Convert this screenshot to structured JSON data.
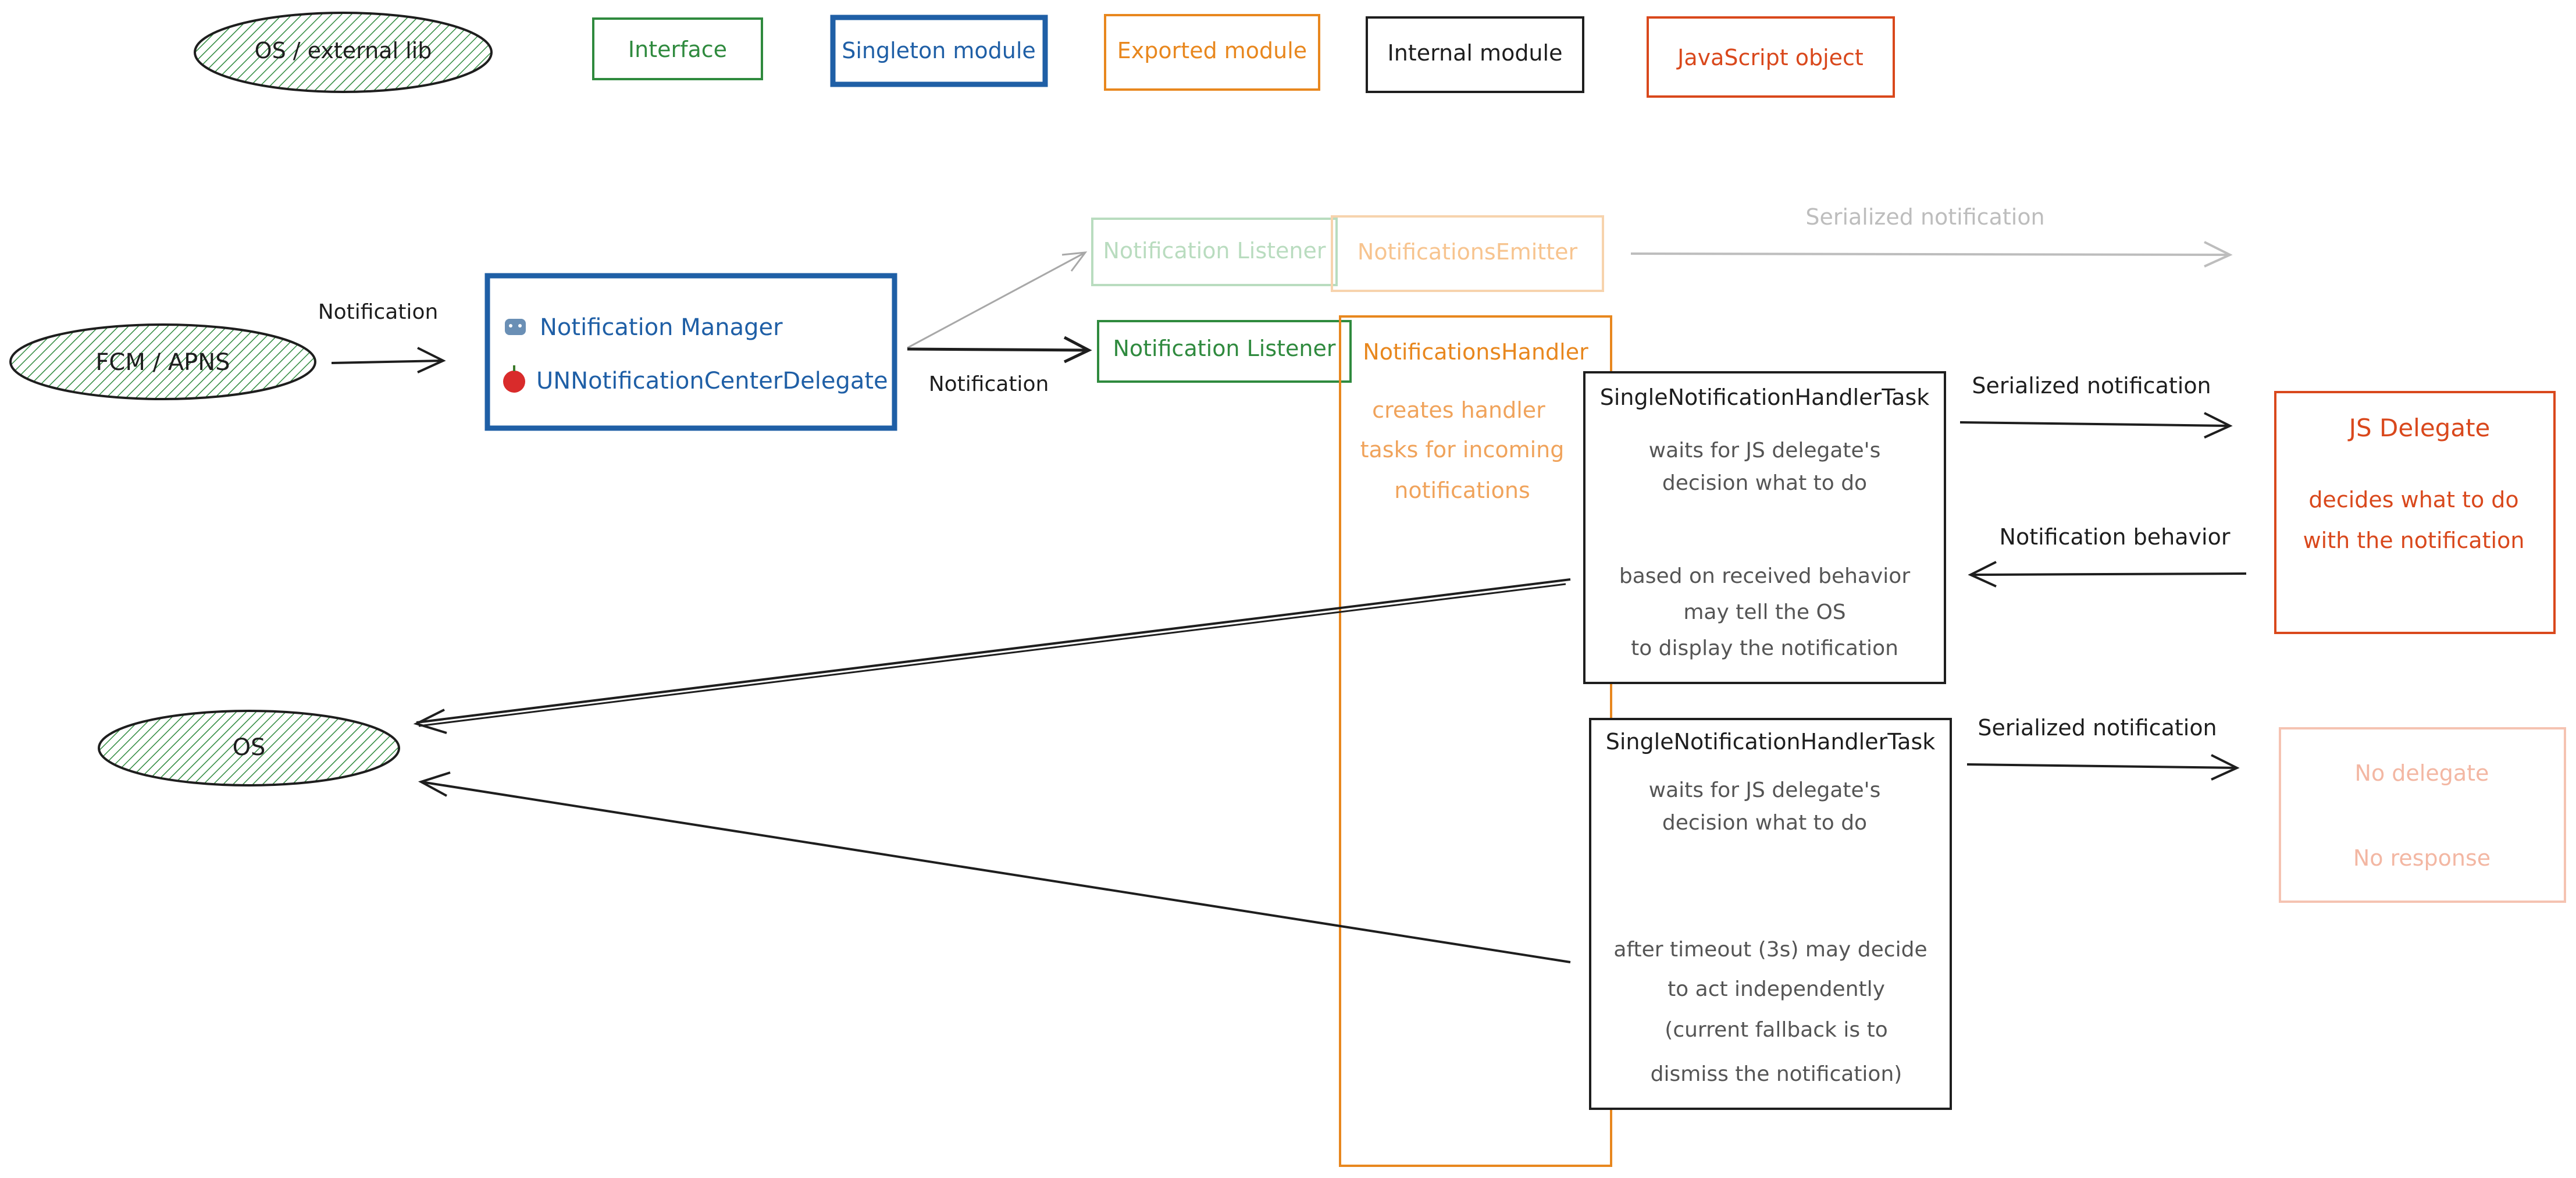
{
  "colors": {
    "interface": "#2f8a3e",
    "singleton": "#1f5fa6",
    "exported": "#e8871e",
    "internal": "#1e1e1e",
    "js_object": "#d9481c",
    "os_fill": "#bfe3c4",
    "grey_text": "#555555",
    "faded": "#bdbdbd"
  },
  "legend": {
    "os_lib": "OS / external lib",
    "interface": "Interface",
    "singleton": "Singleton module",
    "exported": "Exported module",
    "internal": "Internal module",
    "js_object": "JavaScript object"
  },
  "nodes": {
    "fcm_apns": "FCM / APNS",
    "os": "OS",
    "manager": {
      "line1_icon": "android-icon",
      "line1": "Notification Manager",
      "line2_icon": "apple-icon",
      "line2": "UNNotificationCenterDelegate"
    },
    "listener_faded": "Notification Listener",
    "emitter_faded": "NotificationsEmitter",
    "listener": "Notification Listener",
    "handler": {
      "title": "NotificationsHandler",
      "desc1": "creates handler",
      "desc2": "tasks for incoming",
      "desc3": "notifications"
    },
    "task1": {
      "title": "SingleNotificationHandlerTask",
      "l1": "waits for JS delegate's",
      "l2": "decision what to do",
      "l3": "based on received behavior",
      "l4": "may tell the OS",
      "l5": "to display the notification"
    },
    "task2": {
      "title": "SingleNotificationHandlerTask",
      "l1": "waits for JS delegate's",
      "l2": "decision what to do",
      "l3": "after timeout (3s) may decide",
      "l4": "to act independently",
      "l5": "(current fallback is to",
      "l6": "dismiss the notification)"
    },
    "js_delegate": {
      "title": "JS Delegate",
      "l1": "decides what to do",
      "l2": "with the notification"
    },
    "no_delegate": {
      "l1": "No delegate",
      "l2": "No response"
    }
  },
  "edges": {
    "notification_in": "Notification",
    "notification_out": "Notification",
    "serialized_faded": "Serialized notification",
    "serialized_1": "Serialized notification",
    "behavior": "Notification behavior",
    "serialized_2": "Serialized notification"
  }
}
